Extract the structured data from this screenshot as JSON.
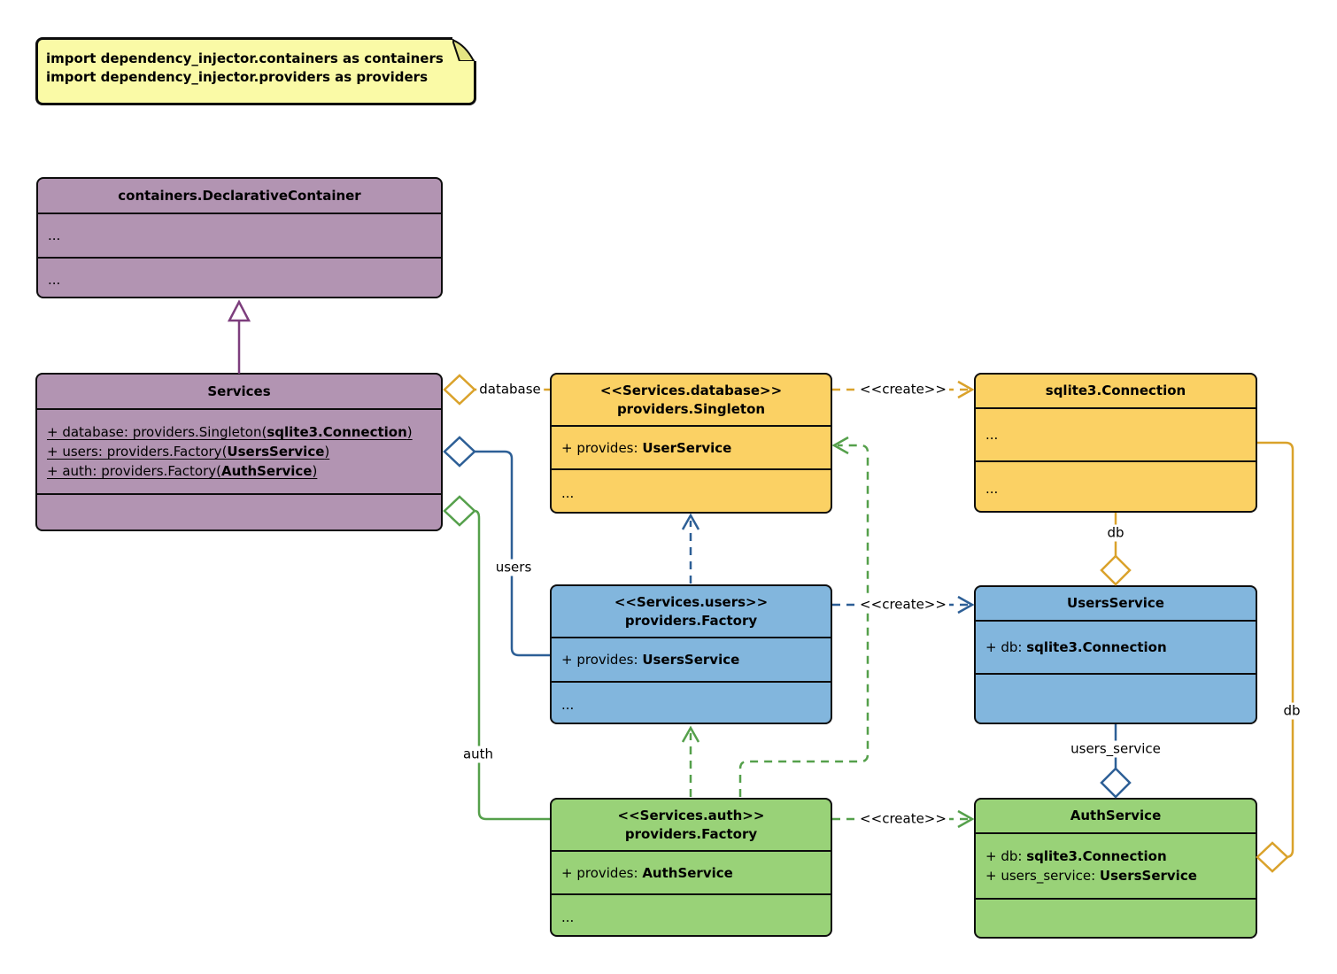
{
  "note": {
    "lines": [
      "import dependency_injector.containers as containers",
      "import dependency_injector.providers as providers"
    ]
  },
  "classes": {
    "declarative_container": {
      "title": "containers.DeclarativeContainer",
      "rows": [
        "...",
        "..."
      ]
    },
    "services": {
      "title": "Services",
      "attributes": [
        {
          "prefix": "+ database: providers.Singleton(",
          "bold": "sqlite3.Connection",
          "suffix": ")"
        },
        {
          "prefix": "+ users: providers.Factory(",
          "bold": "UsersService",
          "suffix": ")"
        },
        {
          "prefix": "+ auth: providers.Factory(",
          "bold": "AuthService",
          "suffix": ")"
        }
      ]
    },
    "database_singleton": {
      "stereotype": "<<Services.database>>",
      "title": "providers.Singleton",
      "provides_prefix": "+ provides: ",
      "provides_bold": "UserService",
      "dots": "..."
    },
    "sqlite_connection": {
      "title": "sqlite3.Connection",
      "rows": [
        "...",
        "..."
      ]
    },
    "users_factory": {
      "stereotype": "<<Services.users>>",
      "title": "providers.Factory",
      "provides_prefix": "+ provides: ",
      "provides_bold": "UsersService",
      "dots": "..."
    },
    "users_service": {
      "title": "UsersService",
      "attr_prefix": "+ db: ",
      "attr_bold": "sqlite3.Connection"
    },
    "auth_factory": {
      "stereotype": "<<Services.auth>>",
      "title": "providers.Factory",
      "provides_prefix": "+ provides: ",
      "provides_bold": "AuthService",
      "dots": "..."
    },
    "auth_service": {
      "title": "AuthService",
      "attributes": [
        {
          "prefix": "+ db: ",
          "bold": "sqlite3.Connection",
          "suffix": ""
        },
        {
          "prefix": "+ users_service: ",
          "bold": "UsersService",
          "suffix": ""
        }
      ]
    }
  },
  "edge_labels": {
    "database": "database",
    "users": "users",
    "auth": "auth",
    "db_users": "db",
    "users_service": "users_service",
    "db_auth": "db",
    "create_database": "<<create>>",
    "create_users": "<<create>>",
    "create_auth": "<<create>>"
  },
  "palette": {
    "purple_fill": "#b294b2",
    "purple_line": "#7d3e7d",
    "yellow_fill": "#fbd164",
    "yellow_line": "#daa22b",
    "blue_fill": "#82b6dd",
    "blue_line": "#2d5f96",
    "green_fill": "#99d278",
    "green_line": "#55a04b",
    "note_fill": "#fafaa6"
  }
}
